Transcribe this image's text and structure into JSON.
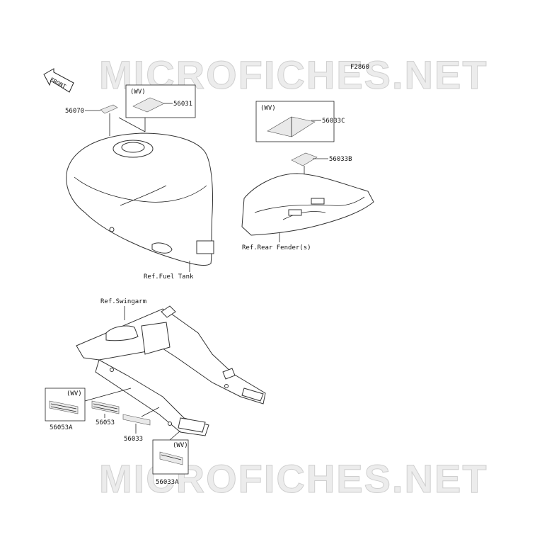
{
  "watermark": "MICROFICHES.NET",
  "figure_code": "F2860",
  "front_label": "FRONT",
  "wv_label": "(WV)",
  "callouts": {
    "p56070": "56070",
    "p56031": "56031",
    "p56033C": "56033C",
    "p56033B": "56033B",
    "p56053A": "56053A",
    "p56053": "56053",
    "p56033": "56033",
    "p56033A": "56033A"
  },
  "refs": {
    "fuel_tank": "Ref.Fuel Tank",
    "rear_fender": "Ref.Rear Fender(s)",
    "swingarm": "Ref.Swingarm"
  }
}
